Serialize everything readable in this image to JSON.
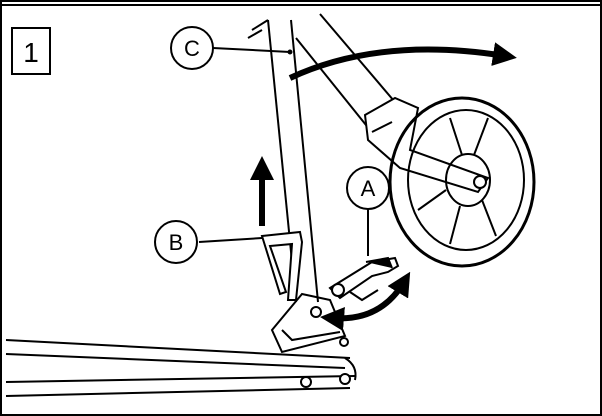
{
  "figure": {
    "step_number": "1",
    "callouts": {
      "a": "A",
      "b": "B",
      "c": "C"
    }
  }
}
